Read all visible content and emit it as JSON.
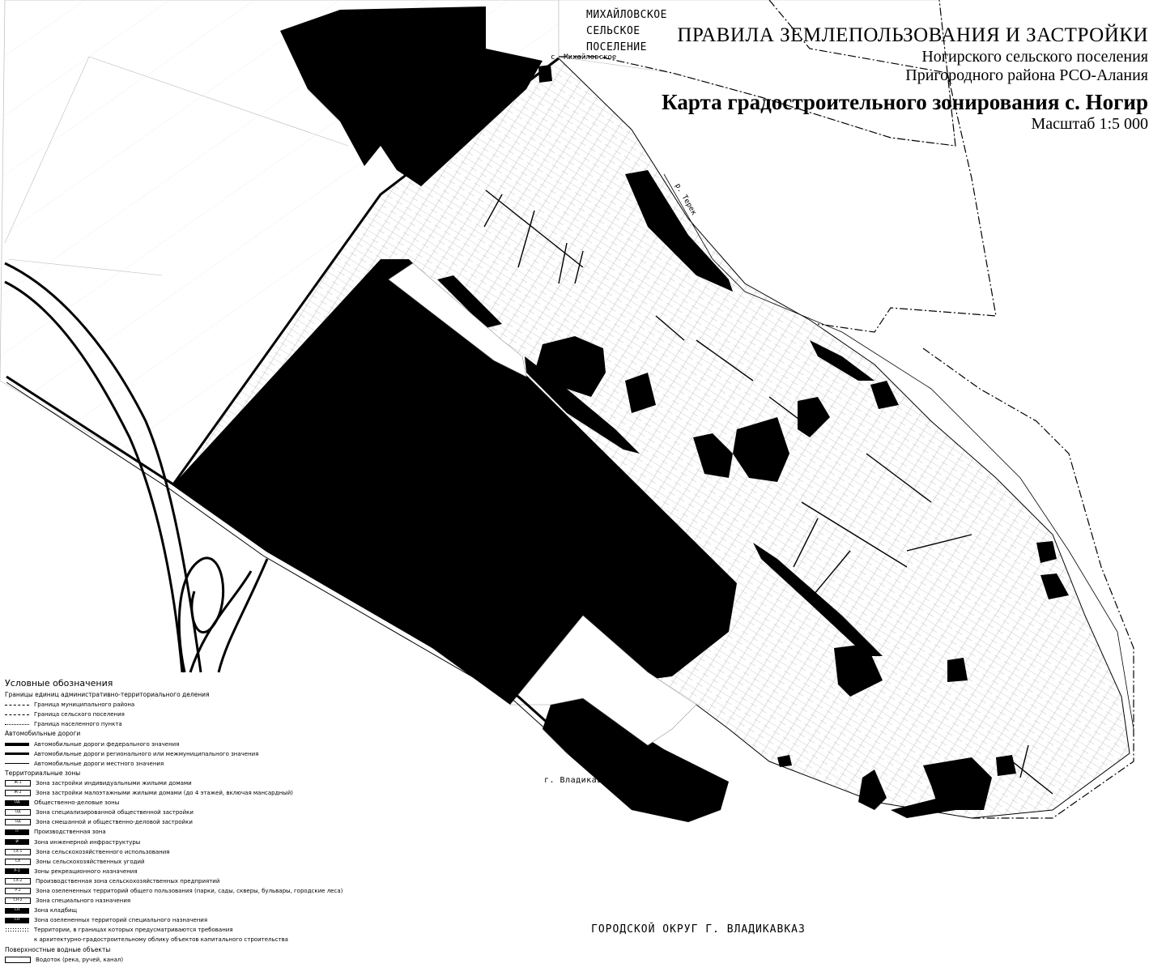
{
  "title": {
    "line1": "ПРАВИЛА ЗЕМЛЕПОЛЬЗОВАНИЯ И ЗАСТРОЙКИ",
    "line2": "Ногирского сельского поселения",
    "line3": "Пригородного района РСО-Алания",
    "line4": "Карта градостроительного зонирования с. Ногир",
    "scale": "Масштаб 1:5 000"
  },
  "labels": {
    "mikhailovskoe_settlement": [
      "МИХАЙЛОВСКОЕ",
      "СЕЛЬСКОЕ",
      "ПОСЕЛЕНИЕ"
    ],
    "mikhailovskoe_village": "с. Михайловское",
    "river": "р. Терек",
    "vladikavkaz": "г. Владикавказ",
    "city_district": "ГОРОДСКОЙ ОКРУГ Г. ВЛАДИКАВКАЗ"
  },
  "legend": {
    "title": "Условные обозначения",
    "groups": [
      {
        "heading": "Границы единиц административно-территориального деления",
        "items": [
          {
            "symbol": "line-dash",
            "code": "",
            "label": "Граница муниципального района"
          },
          {
            "symbol": "line-dash",
            "code": "",
            "label": "Граница сельского поселения"
          },
          {
            "symbol": "line-dot",
            "code": "",
            "label": "Граница населенного пункта"
          }
        ]
      },
      {
        "heading": "Автомобильные дороги",
        "items": [
          {
            "symbol": "line-thick",
            "code": "",
            "label": "Автомобильные дороги федерального значения"
          },
          {
            "symbol": "line-med",
            "code": "",
            "label": "Автомобильные дороги регионального или межмуниципального значения"
          },
          {
            "symbol": "line-thin",
            "code": "",
            "label": "Автомобильные дороги местного значения"
          }
        ]
      },
      {
        "heading": "Территориальные зоны",
        "items": [
          {
            "symbol": "box",
            "code": "Ж-1",
            "label": "Зона застройки индивидуальными жилыми домами"
          },
          {
            "symbol": "box",
            "code": "Ж-2",
            "label": "Зона застройки малоэтажными жилыми домами (до 4 этажей, включая мансардный)"
          },
          {
            "symbol": "blk",
            "code": "ОД",
            "label": "Общественно-деловые зоны"
          },
          {
            "symbol": "box",
            "code": "ОД",
            "label": "Зона специализированной общественной застройки"
          },
          {
            "symbol": "box",
            "code": "ОД",
            "label": "Зона смешанной и общественно-деловой застройки"
          },
          {
            "symbol": "blk",
            "code": "П",
            "label": "Производственная зона"
          },
          {
            "symbol": "blk",
            "code": "И",
            "label": "Зона инженерной инфраструктуры"
          },
          {
            "symbol": "box",
            "code": "СХ-1",
            "label": "Зона сельскохозяйственного использования"
          },
          {
            "symbol": "box",
            "code": "СХ",
            "label": "Зоны сельскохозяйственных угодий"
          },
          {
            "symbol": "blk",
            "code": "Р-1",
            "label": "Зоны рекреационного назначения"
          },
          {
            "symbol": "box",
            "code": "СХ-2",
            "label": "Производственная зона сельскохозяйственных предприятий"
          },
          {
            "symbol": "box",
            "code": "Р-2",
            "label": "Зона озелененных территорий общего пользования (парки, сады, скверы, бульвары, городские леса)"
          },
          {
            "symbol": "box",
            "code": "СН-2",
            "label": "Зона специального назначения"
          },
          {
            "symbol": "blk",
            "code": "СН",
            "label": "Зона кладбищ"
          },
          {
            "symbol": "blk",
            "code": "СН",
            "label": "Зона озелененных территорий специального назначения"
          },
          {
            "symbol": "dots",
            "code": "",
            "label": "Территории, в границах которых предусматриваются требования"
          },
          {
            "symbol": "none",
            "code": "",
            "label": "к архитектурно-градостроительному облику объектов капитального строительства"
          }
        ]
      },
      {
        "heading": "Поверхностные водные объекты",
        "items": [
          {
            "symbol": "box",
            "code": "",
            "label": "Водоток (река, ручей, канал)"
          }
        ]
      }
    ]
  }
}
